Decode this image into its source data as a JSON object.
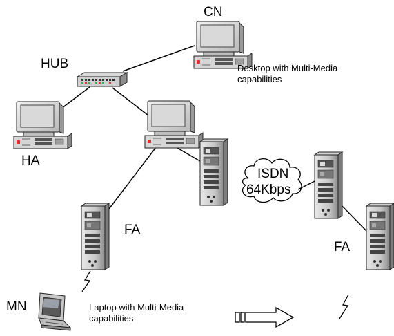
{
  "labels": {
    "cn": "CN",
    "hub": "HUB",
    "ha": "HA",
    "fa_left": "FA",
    "fa_right": "FA",
    "mn": "MN",
    "isdn_line1": "ISDN",
    "isdn_line2": "64Kbps",
    "desktop_caption_line1": "Desktop with Multi-Media",
    "desktop_caption_line2": "capabilities",
    "laptop_caption_line1": "Laptop with Multi-Media",
    "laptop_caption_line2": "capabilities"
  },
  "icons": {
    "cn_computer": "desktop-computer-icon",
    "hub": "network-hub-icon",
    "ha_computer": "desktop-computer-icon",
    "router_computer": "desktop-computer-icon",
    "fa_left_server": "tower-server-icon",
    "mid_server": "tower-server-icon",
    "isdn_server": "tower-server-icon",
    "fa_right_server": "tower-server-icon",
    "mn_laptop": "laptop-icon",
    "wireless_left": "lightning-icon",
    "wireless_right": "lightning-icon",
    "movement_arrow": "right-arrow-icon",
    "isdn_cloud": "cloud-icon"
  }
}
